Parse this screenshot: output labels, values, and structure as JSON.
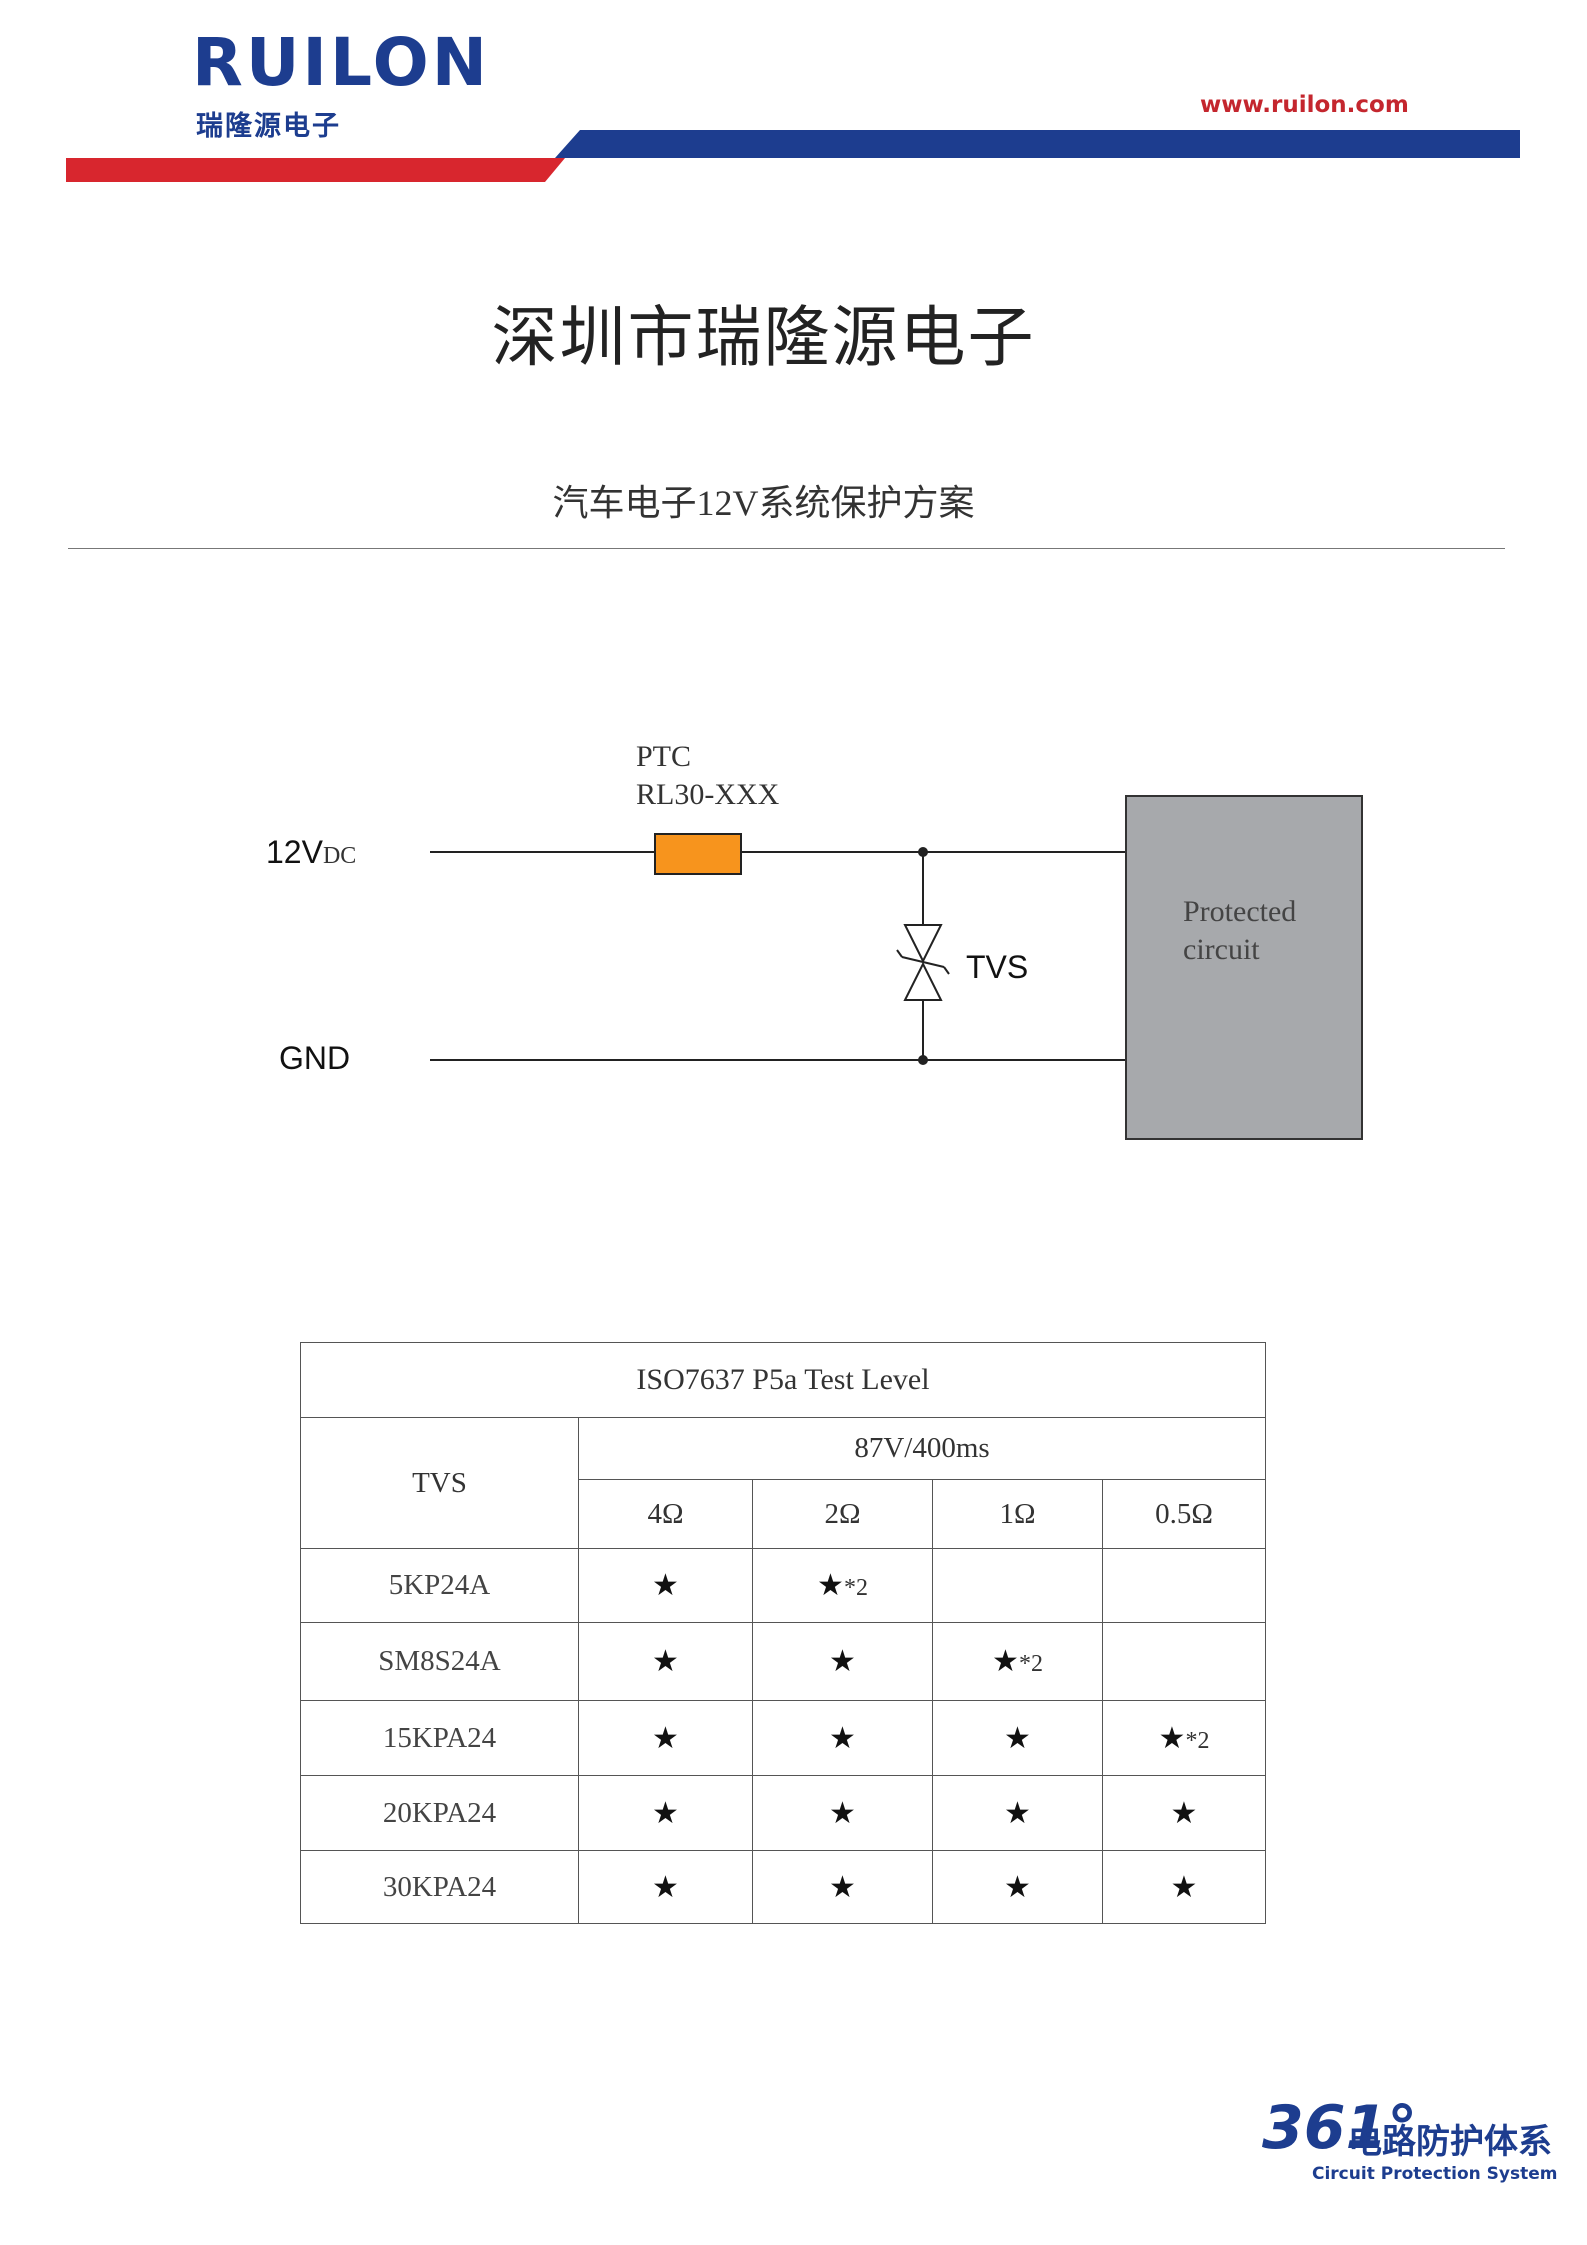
{
  "header": {
    "logo": "RUILON",
    "logo_cn": "瑞隆源电子",
    "website": "www.ruilon.com",
    "colors": {
      "brand_blue": "#1d3d8f",
      "brand_red": "#d8262e"
    }
  },
  "document": {
    "company": "深圳市瑞隆源电子",
    "title": "汽车电子12V系统保护方案"
  },
  "diagram": {
    "ptc_label": "PTC",
    "ptc_part": "RL30-XXX",
    "input_label": "12V",
    "input_sub": "DC",
    "gnd_label": "GND",
    "tvs_label": "TVS",
    "protected_line1": "Protected",
    "protected_line2": "circuit",
    "colors": {
      "ptc_fill": "#f7941d",
      "protected_fill": "#a7a9ac"
    }
  },
  "table": {
    "title": "ISO7637  P5a Test Level",
    "tvs_header": "TVS",
    "condition": "87V/400ms",
    "resistances": [
      "4Ω",
      "2Ω",
      "1Ω",
      "0.5Ω"
    ],
    "star_symbol": "★",
    "note_mark": "*2",
    "rows": [
      {
        "name": "5KP24A",
        "cells": [
          "★",
          "★*2",
          "",
          ""
        ]
      },
      {
        "name": "SM8S24A",
        "cells": [
          "★",
          "★",
          "★*2",
          ""
        ]
      },
      {
        "name": "15KPA24",
        "cells": [
          "★",
          "★",
          "★",
          "★*2"
        ]
      },
      {
        "name": "20KPA24",
        "cells": [
          "★",
          "★",
          "★",
          "★"
        ]
      },
      {
        "name": "30KPA24",
        "cells": [
          "★",
          "★",
          "★",
          "★"
        ]
      }
    ]
  },
  "footer": {
    "number": "361°",
    "title_cn": "电路防护体系",
    "title_en": "Circuit Protection System"
  }
}
